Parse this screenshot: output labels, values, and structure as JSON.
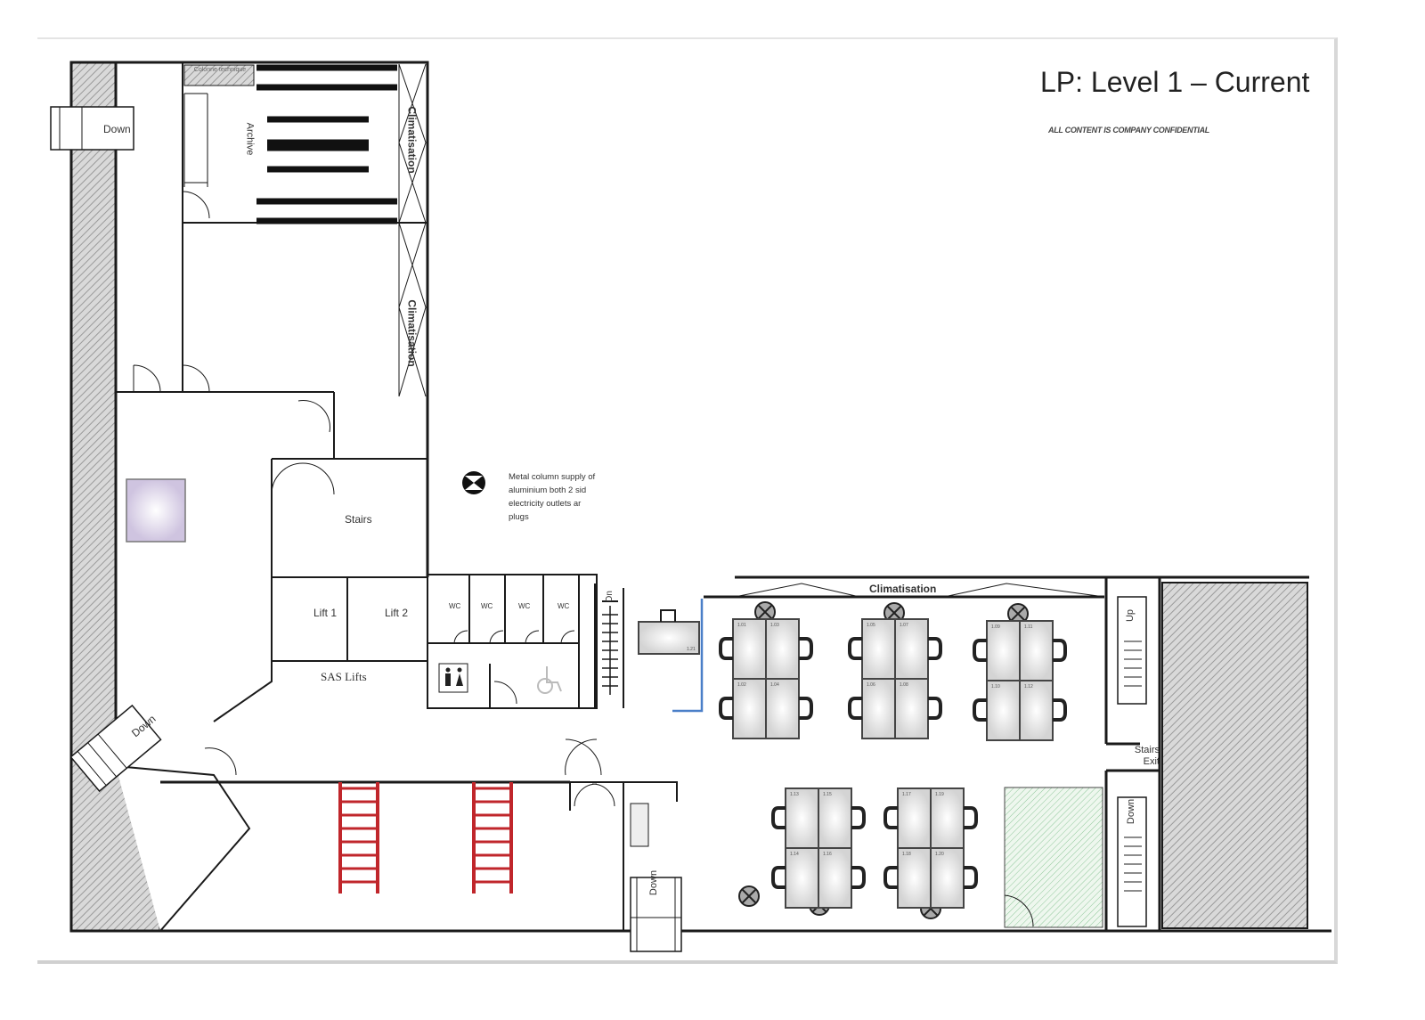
{
  "header": {
    "title": "LP: Level 1 – Current",
    "confidential": "ALL CONTENT IS COMPANY CONFIDENTIAL"
  },
  "legend": {
    "icon": "metal-column-icon",
    "note_lines": [
      "Metal column supply of",
      "aluminium both 2 sid",
      "electricity outlets ar",
      "plugs"
    ]
  },
  "rooms": {
    "colonne": "Colonne technique",
    "archive": "Archive",
    "climatisation_1": "Climatisation",
    "climatisation_2": "Climatisation",
    "climatisation_3": "Climatisation",
    "stairs": "Stairs",
    "lift1": "Lift 1",
    "lift2": "Lift 2",
    "sas_lifts": "SAS Lifts",
    "wc": [
      "WC",
      "WC",
      "WC",
      "WC"
    ],
    "dn": "Dn",
    "stairs_exit": "Stairs Exit"
  },
  "stairs": {
    "down_top": "Down",
    "down_diag": "Down",
    "down_bottom": "Down",
    "up_right": "Up",
    "down_right": "Down"
  },
  "desks": {
    "clusters": [
      [
        "1.01",
        "1.03",
        "1.02",
        "1.04"
      ],
      [
        "1.05",
        "1.07",
        "1.06",
        "1.08"
      ],
      [
        "1.09",
        "1.11",
        "1.10",
        "1.12"
      ],
      [
        "1.13",
        "1.15",
        "1.14",
        "1.16"
      ],
      [
        "1.17",
        "1.19",
        "1.18",
        "1.20"
      ]
    ],
    "single": "1.21"
  },
  "colors": {
    "wall": "#1a1a1a",
    "ladder": "#c0262b",
    "glass": "#4a7fc8",
    "lavender": "#d8d0e8",
    "green_hatch": "#7fbf8a"
  }
}
